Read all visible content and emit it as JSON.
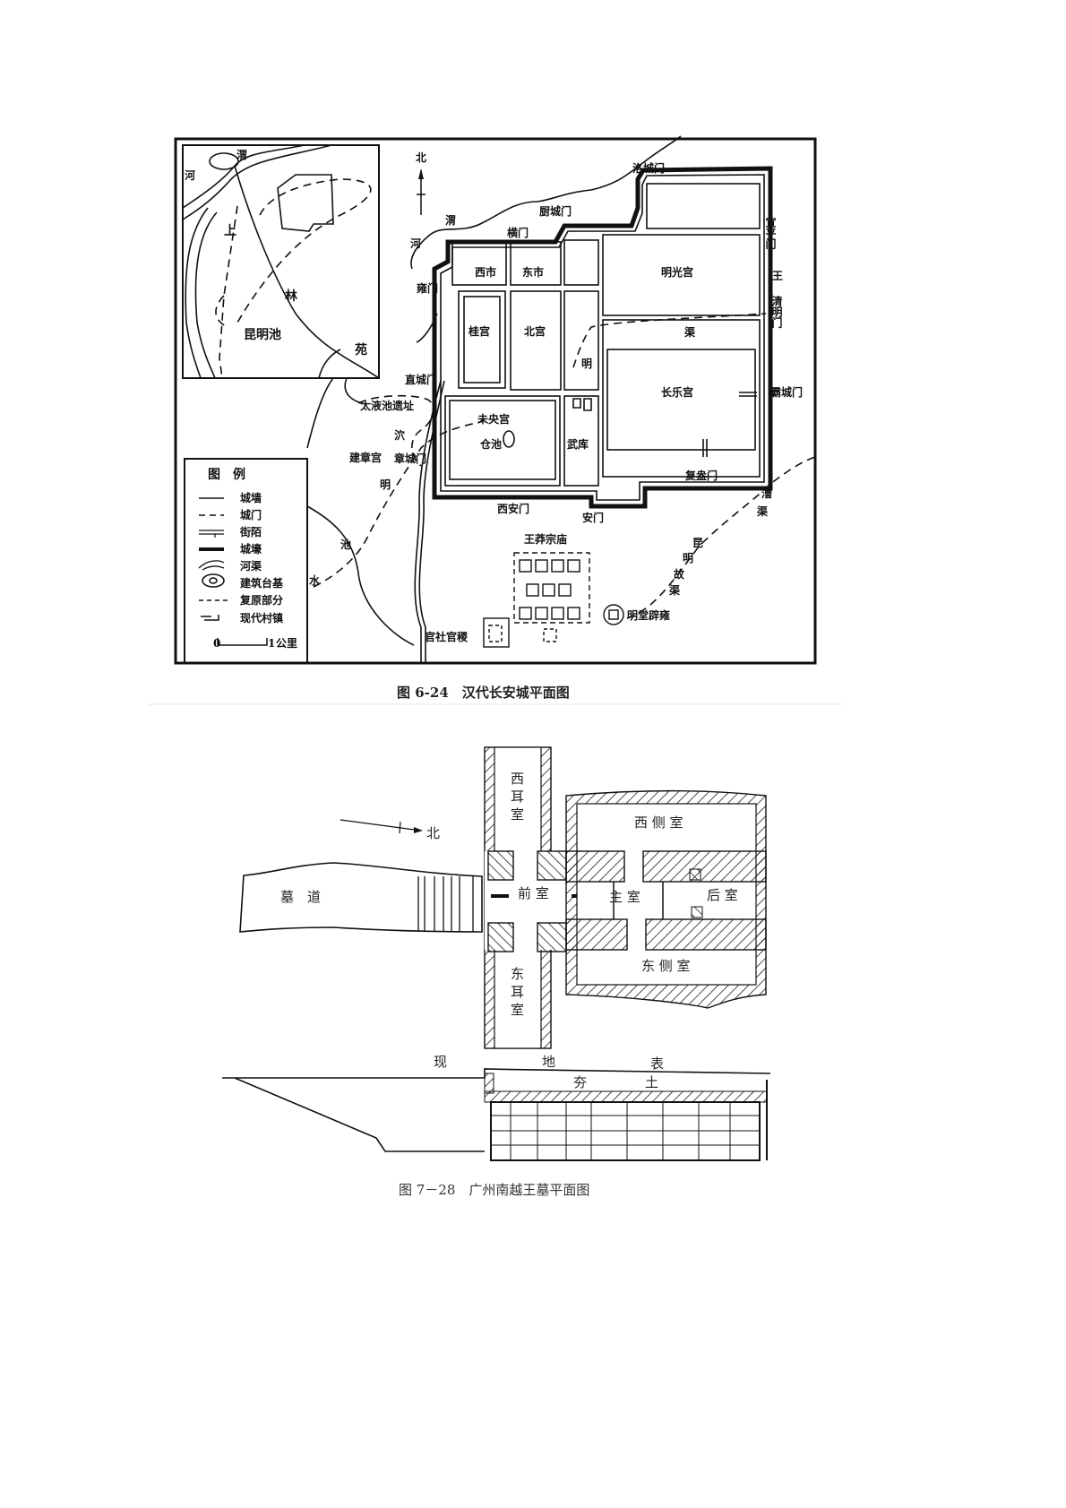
{
  "figure1": {
    "caption": "图 6-24　汉代长安城平面图",
    "north": "北",
    "labels": [
      "洛城门",
      "厨城门",
      "横门",
      "西市",
      "东市",
      "明光宫",
      "宣平门",
      "王",
      "清明门",
      "桂宫",
      "北宫",
      "雍门",
      "直城门",
      "长乐宫",
      "霸城门",
      "未央宫",
      "仓池",
      "武库",
      "章城门",
      "建章宫",
      "复盎门",
      "西安门",
      "安门",
      "王莽宗庙",
      "明堂辟雍",
      "官社官稷",
      "太液池遗址",
      "明",
      "渠",
      "泬",
      "明",
      "池",
      "水",
      "漕",
      "渠",
      "昆",
      "明",
      "故",
      "渠",
      "渭",
      "河"
    ],
    "inset_labels": [
      "渭",
      "河",
      "上",
      "林",
      "苑",
      "昆明池"
    ],
    "legend": {
      "title": "图　例",
      "items": [
        "城墙",
        "城门",
        "街陌",
        "城壕",
        "河渠",
        "建筑台基",
        "复原部分",
        "现代村镇"
      ],
      "scale_zero": "0",
      "scale_one": "1",
      "scale_unit": "公里"
    }
  },
  "figure2": {
    "caption": "图 7－28　广州南越王墓平面图",
    "north": "北",
    "rooms": {
      "dromos": "墓　道",
      "front": "前 室",
      "main": "主 室",
      "rear": "后 室",
      "west_ear": [
        "西",
        "耳",
        "室"
      ],
      "east_ear": [
        "东",
        "耳",
        "室"
      ],
      "west_side": "西 侧 室",
      "east_side": "东 侧 室"
    },
    "section": {
      "ground": [
        "现",
        "地",
        "表"
      ],
      "fill": [
        "夯",
        "土"
      ]
    }
  }
}
